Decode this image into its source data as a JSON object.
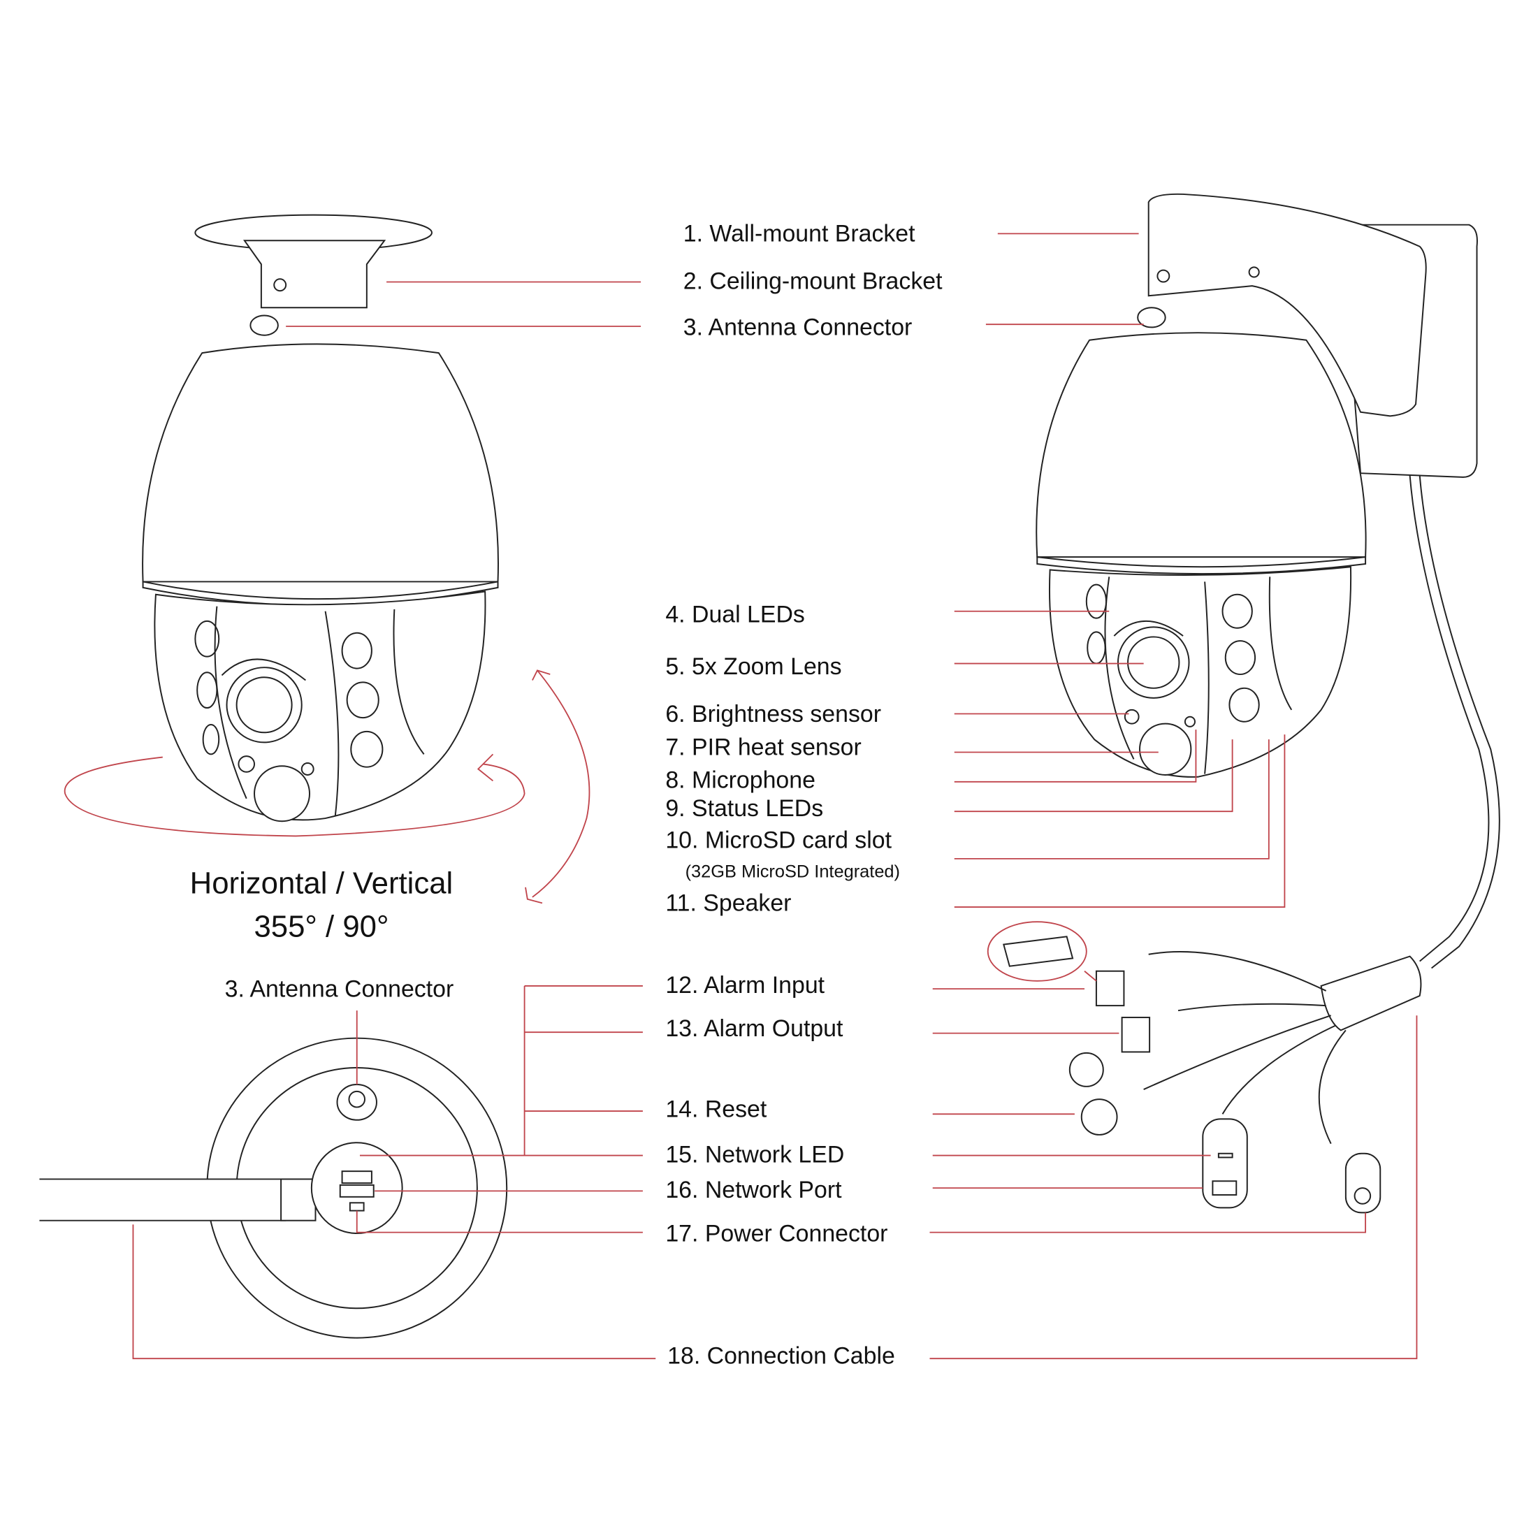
{
  "labels": {
    "l1": "1. Wall-mount Bracket",
    "l2": "2. Ceiling-mount Bracket",
    "l3": "3. Antenna Connector",
    "l4": "4. Dual LEDs",
    "l5": "5. 5x Zoom Lens",
    "l6": "6. Brightness sensor",
    "l7": "7. PIR heat sensor",
    "l8": "8. Microphone",
    "l9": "9. Status LEDs",
    "l10": "10. MicroSD card slot",
    "l10sub": "(32GB MicroSD Integrated)",
    "l11": "11. Speaker",
    "l12": "12. Alarm Input",
    "l13": "13. Alarm Output",
    "l14": "14. Reset",
    "l15": "15. Network LED",
    "l16": "16. Network Port",
    "l17": "17. Power Connector",
    "l18": "18. Connection Cable",
    "antenna_bottom": "3. Antenna Connector"
  },
  "rotation": {
    "title": "Horizontal / Vertical",
    "value": "355° / 90°"
  },
  "colors": {
    "leader": "#c0444b",
    "outline": "#222222"
  }
}
